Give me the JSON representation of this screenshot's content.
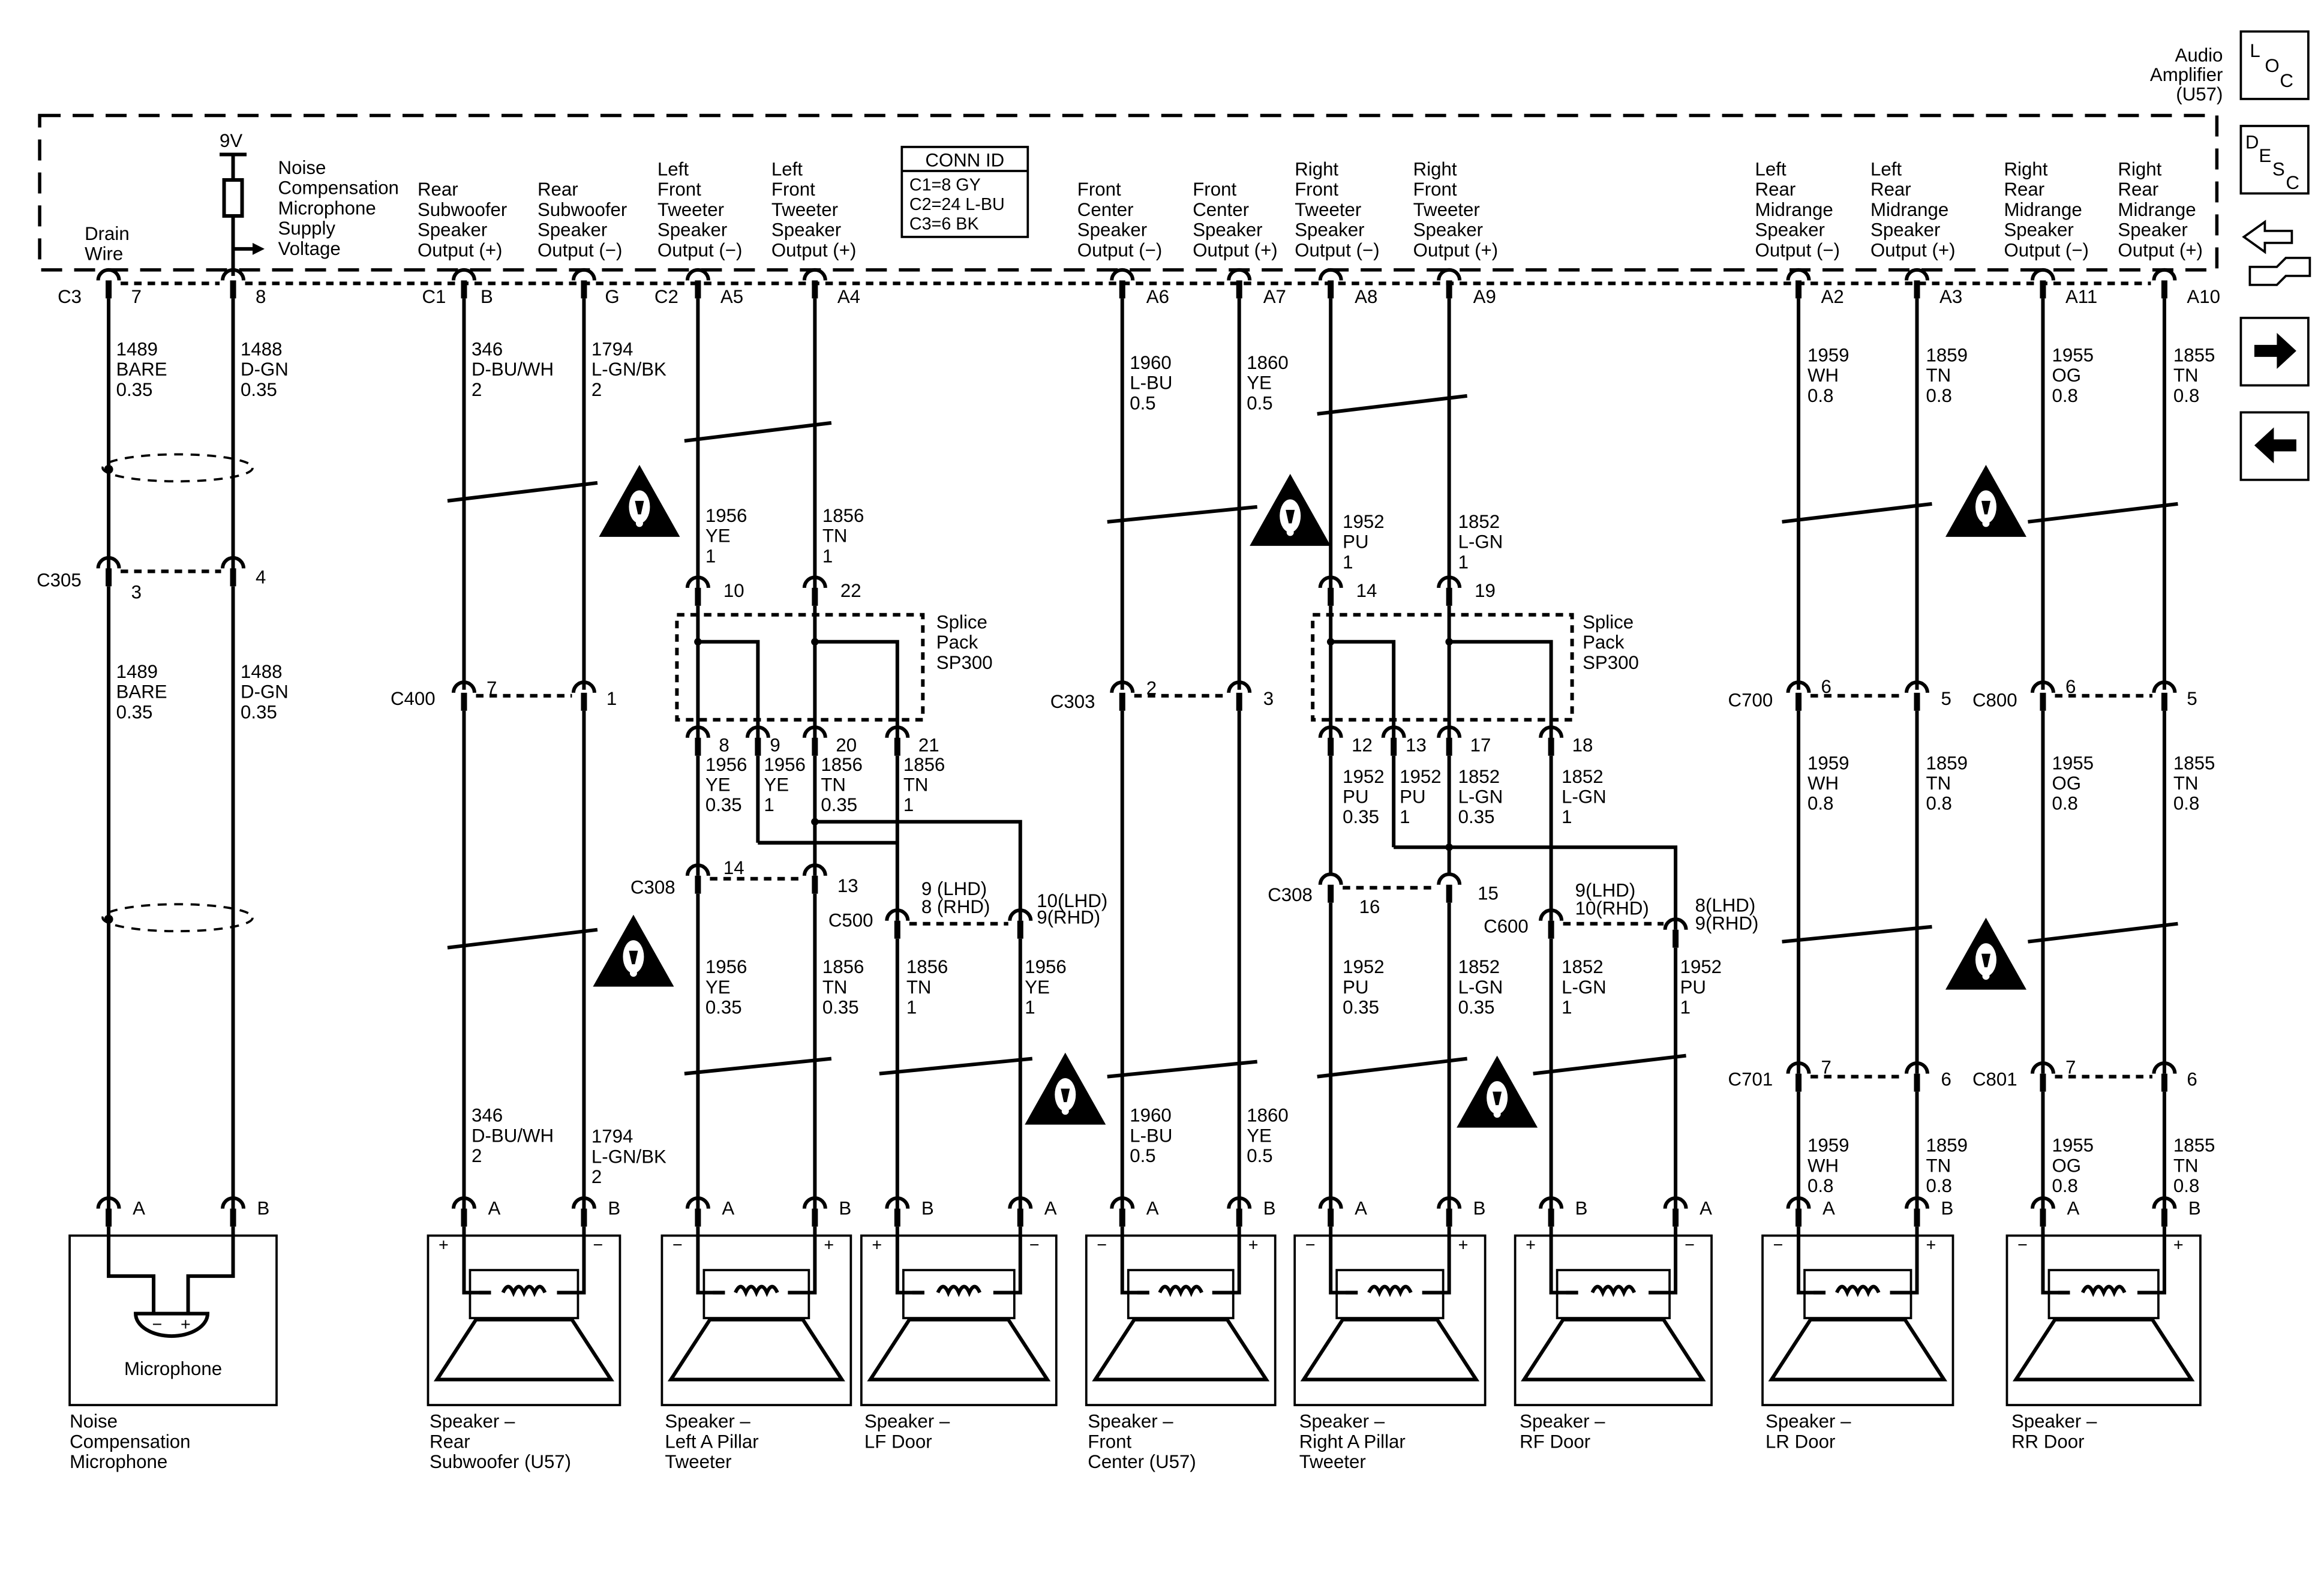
{
  "header": {
    "amp_lines": [
      "Audio",
      "Amplifier",
      "(U57)"
    ],
    "conn_id": [
      "CONN ID",
      "C1=8 GY",
      "C2=24 L-BU",
      "C3=6 BK"
    ],
    "supply_label": "9V"
  },
  "sidebar": {
    "loc": [
      "L",
      "O",
      "C"
    ],
    "desc": [
      "D",
      "E",
      "S",
      "C"
    ]
  },
  "connectors": {
    "top": [
      "C3",
      "C1",
      "C2"
    ],
    "c305": "C305",
    "c400": "C400",
    "c303": "C303",
    "c700": "C700",
    "c800": "C800",
    "c308a": "C308",
    "c308b": "C308",
    "c500": "C500",
    "c600": "C600",
    "c701": "C701",
    "c801": "C801"
  },
  "splices": [
    [
      "Splice",
      "Pack",
      "SP300"
    ],
    [
      "Splice",
      "Pack",
      "SP300"
    ]
  ],
  "labels": {
    "top_labels": [
      [
        "Drain",
        "Wire"
      ],
      [
        "Noise",
        "Compensation",
        "Microphone",
        "Supply",
        "Voltage"
      ],
      [
        "Rear",
        "Subwoofer",
        "Speaker",
        "Output (+)"
      ],
      [
        "Rear",
        "Subwoofer",
        "Speaker",
        "Output (−)"
      ],
      [
        "Left",
        "Front",
        "Tweeter",
        "Speaker",
        "Output (−)"
      ],
      [
        "Left",
        "Front",
        "Tweeter",
        "Speaker",
        "Output (+)"
      ],
      [
        "Front",
        "Center",
        "Speaker",
        "Output (−)"
      ],
      [
        "Front",
        "Center",
        "Speaker",
        "Output (+)"
      ],
      [
        "Right",
        "Front",
        "Tweeter",
        "Speaker",
        "Output (−)"
      ],
      [
        "Right",
        "Front",
        "Tweeter",
        "Speaker",
        "Output (+)"
      ],
      [
        "Left",
        "Rear",
        "Midrange",
        "Speaker",
        "Output (−)"
      ],
      [
        "Left",
        "Rear",
        "Midrange",
        "Speaker",
        "Output (+)"
      ],
      [
        "Right",
        "Rear",
        "Midrange",
        "Speaker",
        "Output (−)"
      ],
      [
        "Right",
        "Rear",
        "Midrange",
        "Speaker",
        "Output (+)"
      ]
    ],
    "pins": [
      "7",
      "8",
      "B",
      "G",
      "A5",
      "A4",
      "A6",
      "A7",
      "A8",
      "A9",
      "A2",
      "A3",
      "A11",
      "A10",
      "3",
      "4",
      "7",
      "1",
      "2",
      "3",
      "6",
      "5",
      "6",
      "5",
      "10",
      "22",
      "14",
      "19",
      "8",
      "9",
      "20",
      "21",
      "12",
      "13",
      "17",
      "18",
      "14",
      "13",
      "16",
      "15",
      "9 (LHD)",
      "8 (RHD)",
      "10(LHD)",
      "9(RHD)",
      "9(LHD)",
      "10(RHD)",
      "8(LHD)",
      "9(RHD)",
      "7",
      "6",
      "7",
      "6",
      "A",
      "B",
      "A",
      "B",
      "A",
      "B",
      "B",
      "A",
      "A",
      "B",
      "A",
      "B",
      "B",
      "A",
      "A",
      "B",
      "A",
      "B"
    ],
    "wires": [
      [
        "1489",
        "BARE",
        "0.35"
      ],
      [
        "1488",
        "D-GN",
        "0.35"
      ],
      [
        "346",
        "D-BU/WH",
        "2"
      ],
      [
        "1794",
        "L-GN/BK",
        "2"
      ],
      [
        "1960",
        "L-BU",
        "0.5"
      ],
      [
        "1860",
        "YE",
        "0.5"
      ],
      [
        "1959",
        "WH",
        "0.8"
      ],
      [
        "1859",
        "TN",
        "0.8"
      ],
      [
        "1955",
        "OG",
        "0.8"
      ],
      [
        "1855",
        "TN",
        "0.8"
      ],
      [
        "1956",
        "YE",
        "1"
      ],
      [
        "1856",
        "TN",
        "1"
      ],
      [
        "1952",
        "PU",
        "1"
      ],
      [
        "1852",
        "L-GN",
        "1"
      ],
      [
        "1489",
        "BARE",
        "0.35"
      ],
      [
        "1488",
        "D-GN",
        "0.35"
      ],
      [
        "1956",
        "YE",
        "0.35"
      ],
      [
        "1956",
        "YE",
        "1"
      ],
      [
        "1856",
        "TN",
        "0.35"
      ],
      [
        "1856",
        "TN",
        "1"
      ],
      [
        "1952",
        "PU",
        "0.35"
      ],
      [
        "1952",
        "PU",
        "1"
      ],
      [
        "1852",
        "L-GN",
        "0.35"
      ],
      [
        "1852",
        "L-GN",
        "1"
      ],
      [
        "1959",
        "WH",
        "0.8"
      ],
      [
        "1859",
        "TN",
        "0.8"
      ],
      [
        "1955",
        "OG",
        "0.8"
      ],
      [
        "1855",
        "TN",
        "0.8"
      ],
      [
        "1956",
        "YE",
        "0.35"
      ],
      [
        "1856",
        "TN",
        "0.35"
      ],
      [
        "1856",
        "TN",
        "1"
      ],
      [
        "1956",
        "YE",
        "1"
      ],
      [
        "1952",
        "PU",
        "0.35"
      ],
      [
        "1852",
        "L-GN",
        "0.35"
      ],
      [
        "1852",
        "L-GN",
        "1"
      ],
      [
        "1952",
        "PU",
        "1"
      ],
      [
        "346",
        "D-BU/WH",
        "2"
      ],
      [
        "1794",
        "L-GN/BK",
        "2"
      ],
      [
        "1960",
        "L-BU",
        "0.5"
      ],
      [
        "1860",
        "YE",
        "0.5"
      ],
      [
        "1959",
        "WH",
        "0.8"
      ],
      [
        "1859",
        "TN",
        "0.8"
      ],
      [
        "1955",
        "OG",
        "0.8"
      ],
      [
        "1855",
        "TN",
        "0.8"
      ]
    ]
  },
  "components": {
    "mic_inner": "Microphone",
    "mic_signs": [
      "−",
      "+"
    ],
    "titles": [
      [
        "Noise",
        "Compensation",
        "Microphone"
      ],
      [
        "Speaker –",
        "Rear",
        "Subwoofer (U57)"
      ],
      [
        "Speaker –",
        "Left A Pillar",
        "Tweeter"
      ],
      [
        "Speaker –",
        "LF Door"
      ],
      [
        "Speaker –",
        "Front",
        "Center (U57)"
      ],
      [
        "Speaker –",
        "Right A Pillar",
        "Tweeter"
      ],
      [
        "Speaker –",
        "RF Door"
      ],
      [
        "Speaker –",
        "LR Door"
      ],
      [
        "Speaker –",
        "RR Door"
      ]
    ],
    "speaker_signs": [
      [
        "+",
        "−"
      ],
      [
        "−",
        "+"
      ],
      [
        "+",
        "−"
      ],
      [
        "−",
        "+"
      ],
      [
        "−",
        "+"
      ],
      [
        "+",
        "−"
      ],
      [
        "−",
        "+"
      ],
      [
        "−",
        "+"
      ]
    ]
  }
}
